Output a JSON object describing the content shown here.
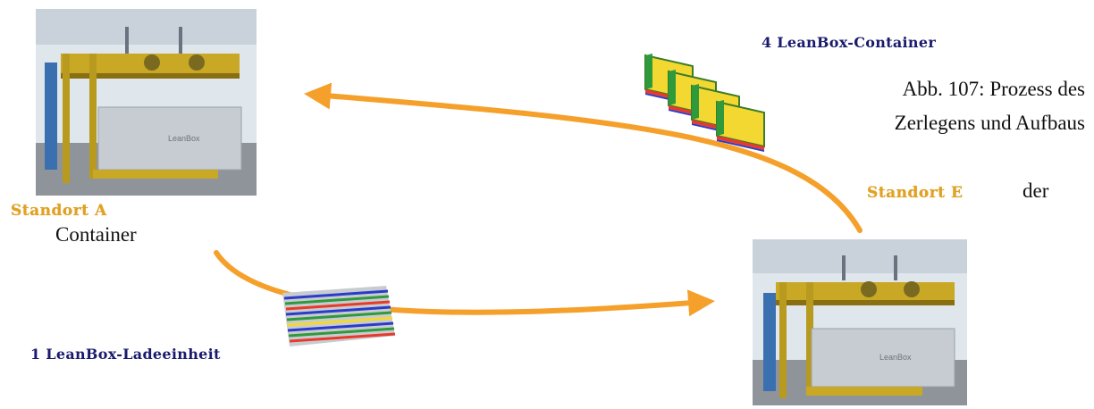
{
  "site_a": {
    "label": "Standort A"
  },
  "site_e": {
    "label": "Standort E"
  },
  "units": {
    "containers": "4 LeanBox-Container",
    "load_unit": "1 LeanBox-Ladeeinheit"
  },
  "machine_panel_text": "LeanBox",
  "caption": {
    "line1": "Abb. 107: Prozess des",
    "line2": "Zerlegens und Aufbaus",
    "line3": "der",
    "line4": "Container"
  },
  "colors": {
    "arrow": "#f5a02a",
    "site_label": "#e2a21f",
    "unit_label": "#1a1a6e"
  }
}
